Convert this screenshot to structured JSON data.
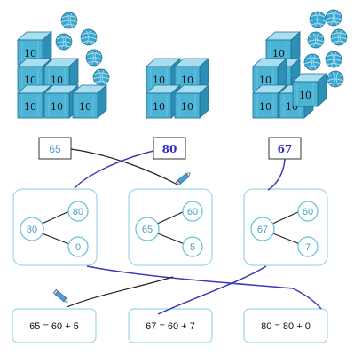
{
  "colors": {
    "cube_front": "#4ab3d6",
    "cube_top": "#a8def0",
    "cube_side": "#2e8fb5",
    "cube_edge": "#1f6f90",
    "ball": "#3aa6cf",
    "teal_line": "#6cc4d8",
    "box_border": "#9ad6e6",
    "answer_blue": "#2c2cd0",
    "link_blue": "#3b3bb5",
    "link_black": "#222222"
  },
  "groups": [
    {
      "cube_label": "10"
    },
    {
      "cube_label": "10"
    },
    {
      "cube_label": "10"
    }
  ],
  "answers": [
    {
      "value": "65",
      "icon": "pencil-icon"
    },
    {
      "value": "80"
    },
    {
      "value": "67"
    }
  ],
  "diagrams": [
    {
      "whole": "80",
      "parts": [
        "80",
        "0"
      ]
    },
    {
      "whole": "65",
      "parts": [
        "60",
        "5"
      ]
    },
    {
      "whole": "67",
      "parts": [
        "60",
        "7"
      ]
    }
  ],
  "equations": [
    {
      "text": "65 = 60 + 5"
    },
    {
      "text": "67 = 60 + 7"
    },
    {
      "text": "80 = 80 + 0"
    }
  ],
  "pencil": {
    "icon": "pencil-icon"
  }
}
